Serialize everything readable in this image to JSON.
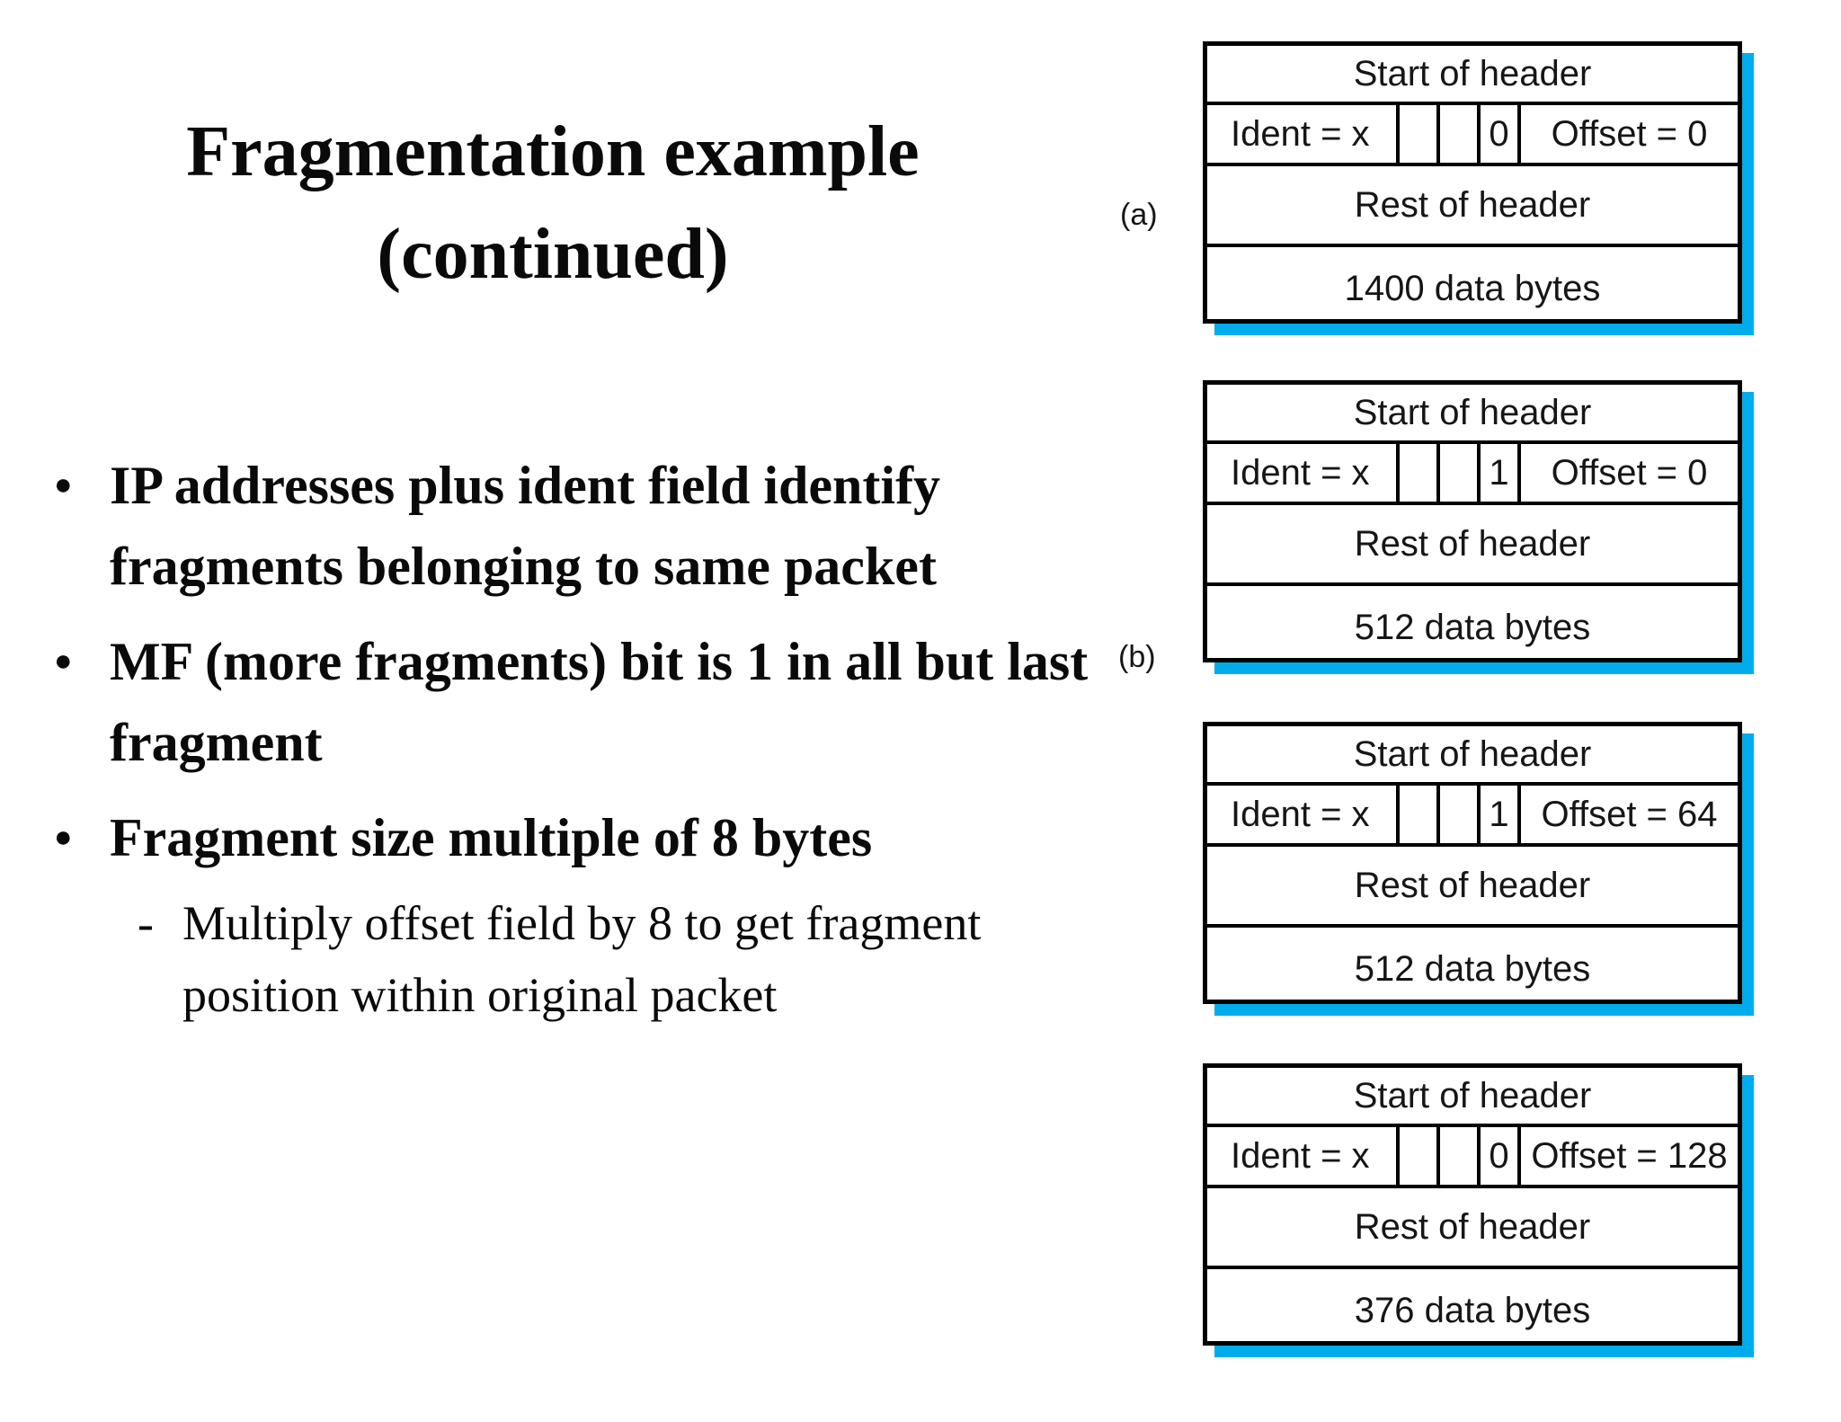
{
  "slide": {
    "title_line1": "Fragmentation example",
    "title_line2": "(continued)",
    "bullet_marker": "●",
    "sub_marker": "-",
    "bullets": [
      {
        "text": "IP addresses plus ident field identify fragments belonging to same packet"
      },
      {
        "text": "MF (more fragments) bit is 1 in all but last fragment"
      },
      {
        "text": "Fragment size multiple of 8 bytes",
        "sub": "Multiply offset field by 8 to get fragment position within original packet"
      }
    ]
  },
  "figure": {
    "shadow_color": "#00ACEB",
    "labels": {
      "a": "(a)",
      "b": "(b)"
    },
    "packets": [
      {
        "start": "Start of header",
        "ident": "Ident = x",
        "mf": "0",
        "offset": "Offset = 0",
        "rest": "Rest of header",
        "data": "1400 data bytes"
      },
      {
        "start": "Start of header",
        "ident": "Ident = x",
        "mf": "1",
        "offset": "Offset = 0",
        "rest": "Rest of header",
        "data": "512 data bytes"
      },
      {
        "start": "Start of header",
        "ident": "Ident = x",
        "mf": "1",
        "offset": "Offset = 64",
        "rest": "Rest of header",
        "data": "512 data bytes"
      },
      {
        "start": "Start of header",
        "ident": "Ident = x",
        "mf": "0",
        "offset": "Offset = 128",
        "rest": "Rest of header",
        "data": "376 data bytes"
      }
    ]
  }
}
